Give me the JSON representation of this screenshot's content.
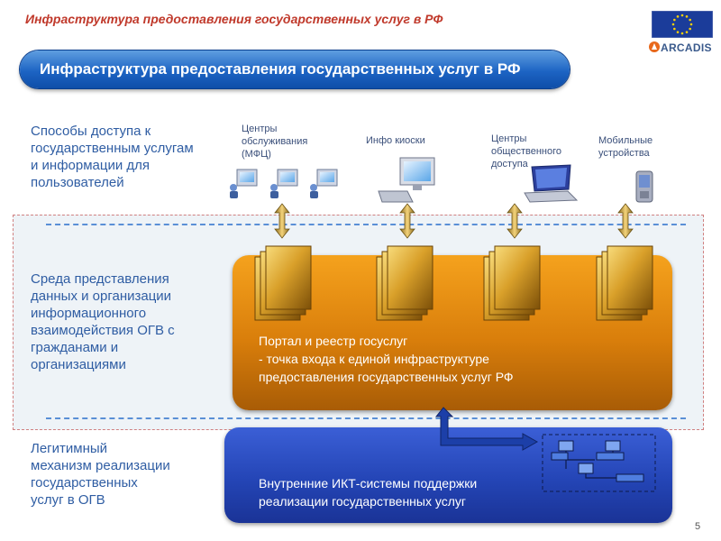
{
  "slide_title": "Инфраструктура предоставления государственных услуг в РФ",
  "header_pill": "Инфраструктура предоставления государственных услуг в РФ",
  "logo_text": "ARCADIS",
  "left_labels": {
    "access": [
      "Способы доступа к",
      "государственным услугам",
      "и информации для",
      "пользователей"
    ],
    "environment": [
      "Среда представления",
      "данных и организации",
      "информационного",
      "взаимодействия ОГВ с",
      "гражданами и",
      "организациями"
    ],
    "legitimate": [
      "Легитимный",
      "механизм реализации",
      "государственных",
      "услуг в ОГВ"
    ]
  },
  "access_channels": [
    {
      "label": [
        "Центры",
        "обслуживания",
        "(МФЦ)"
      ],
      "icon": "office-computers-icon"
    },
    {
      "label": [
        "Инфо киоски"
      ],
      "icon": "kiosk-computer-icon"
    },
    {
      "label": [
        "Центры",
        "общественного",
        "доступа"
      ],
      "icon": "laptop-icon"
    },
    {
      "label": [
        "Мобильные",
        "устройства"
      ],
      "icon": "mobile-device-icon"
    }
  ],
  "portal_text": [
    "Портал и реестр госуслуг",
    "- точка входа к единой инфраструктуре",
    "предоставления государственных услуг  РФ"
  ],
  "internal_text": [
    "Внутренние ИКТ-системы поддержки",
    "реализации государственных услуг"
  ],
  "page_number": "5",
  "colors": {
    "title_red": "#c0392b",
    "header_blue": "#1d64c4",
    "label_blue": "#2f5da3",
    "portal_orange": "#e08a10",
    "internal_blue": "#2445b6"
  }
}
